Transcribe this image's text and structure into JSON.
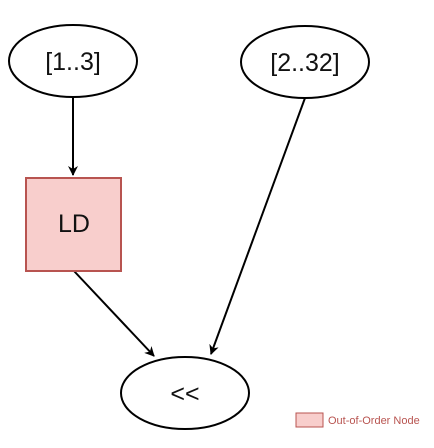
{
  "nodes": {
    "range_1_3": {
      "label": "[1..3]"
    },
    "range_2_32": {
      "label": "[2..32]"
    },
    "ld": {
      "label": "LD",
      "fill": "#f8cecc",
      "stroke": "#b85450"
    },
    "shift": {
      "label": "<<"
    }
  },
  "legend": {
    "label": "Out-of-Order Node",
    "swatch_fill": "#f8cecc",
    "swatch_stroke": "#b85450",
    "text_color": "#b85450"
  }
}
